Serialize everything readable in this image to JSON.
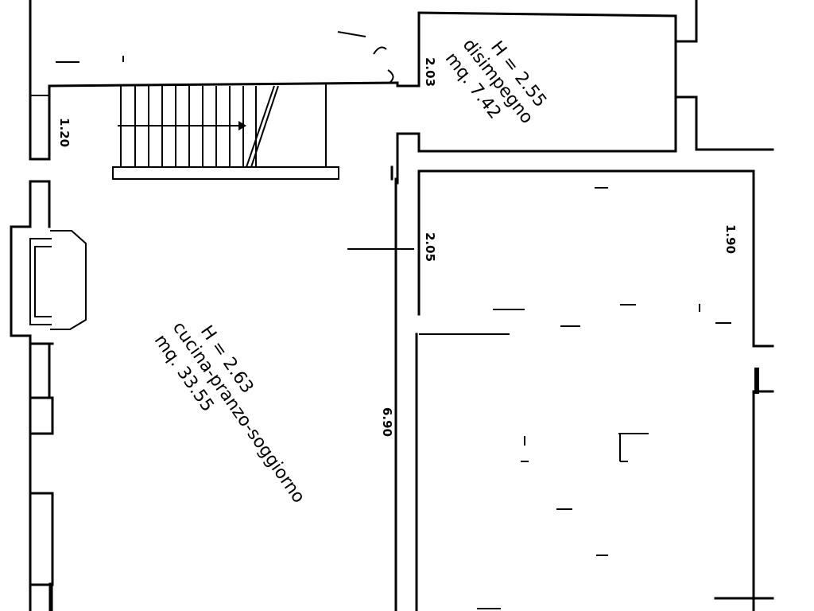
{
  "rooms": [
    {
      "id": "disimpegno",
      "height_label": "H = 2.55",
      "name": "disimpegno",
      "area_label": "mq.  7.42"
    },
    {
      "id": "cucina",
      "height_label": "H = 2.63",
      "name": "cucina-pranzo-soggiorno",
      "area_label": "mq.  33.55"
    }
  ],
  "dimensions": {
    "corridor_width": "1.20",
    "disimpegno_door": "2.03",
    "cucina_depth": "6.90",
    "right_room_partial_a": "2.05",
    "right_room_partial_b": "1.90"
  },
  "colors": {
    "line": "#000000",
    "background": "#ffffff"
  }
}
